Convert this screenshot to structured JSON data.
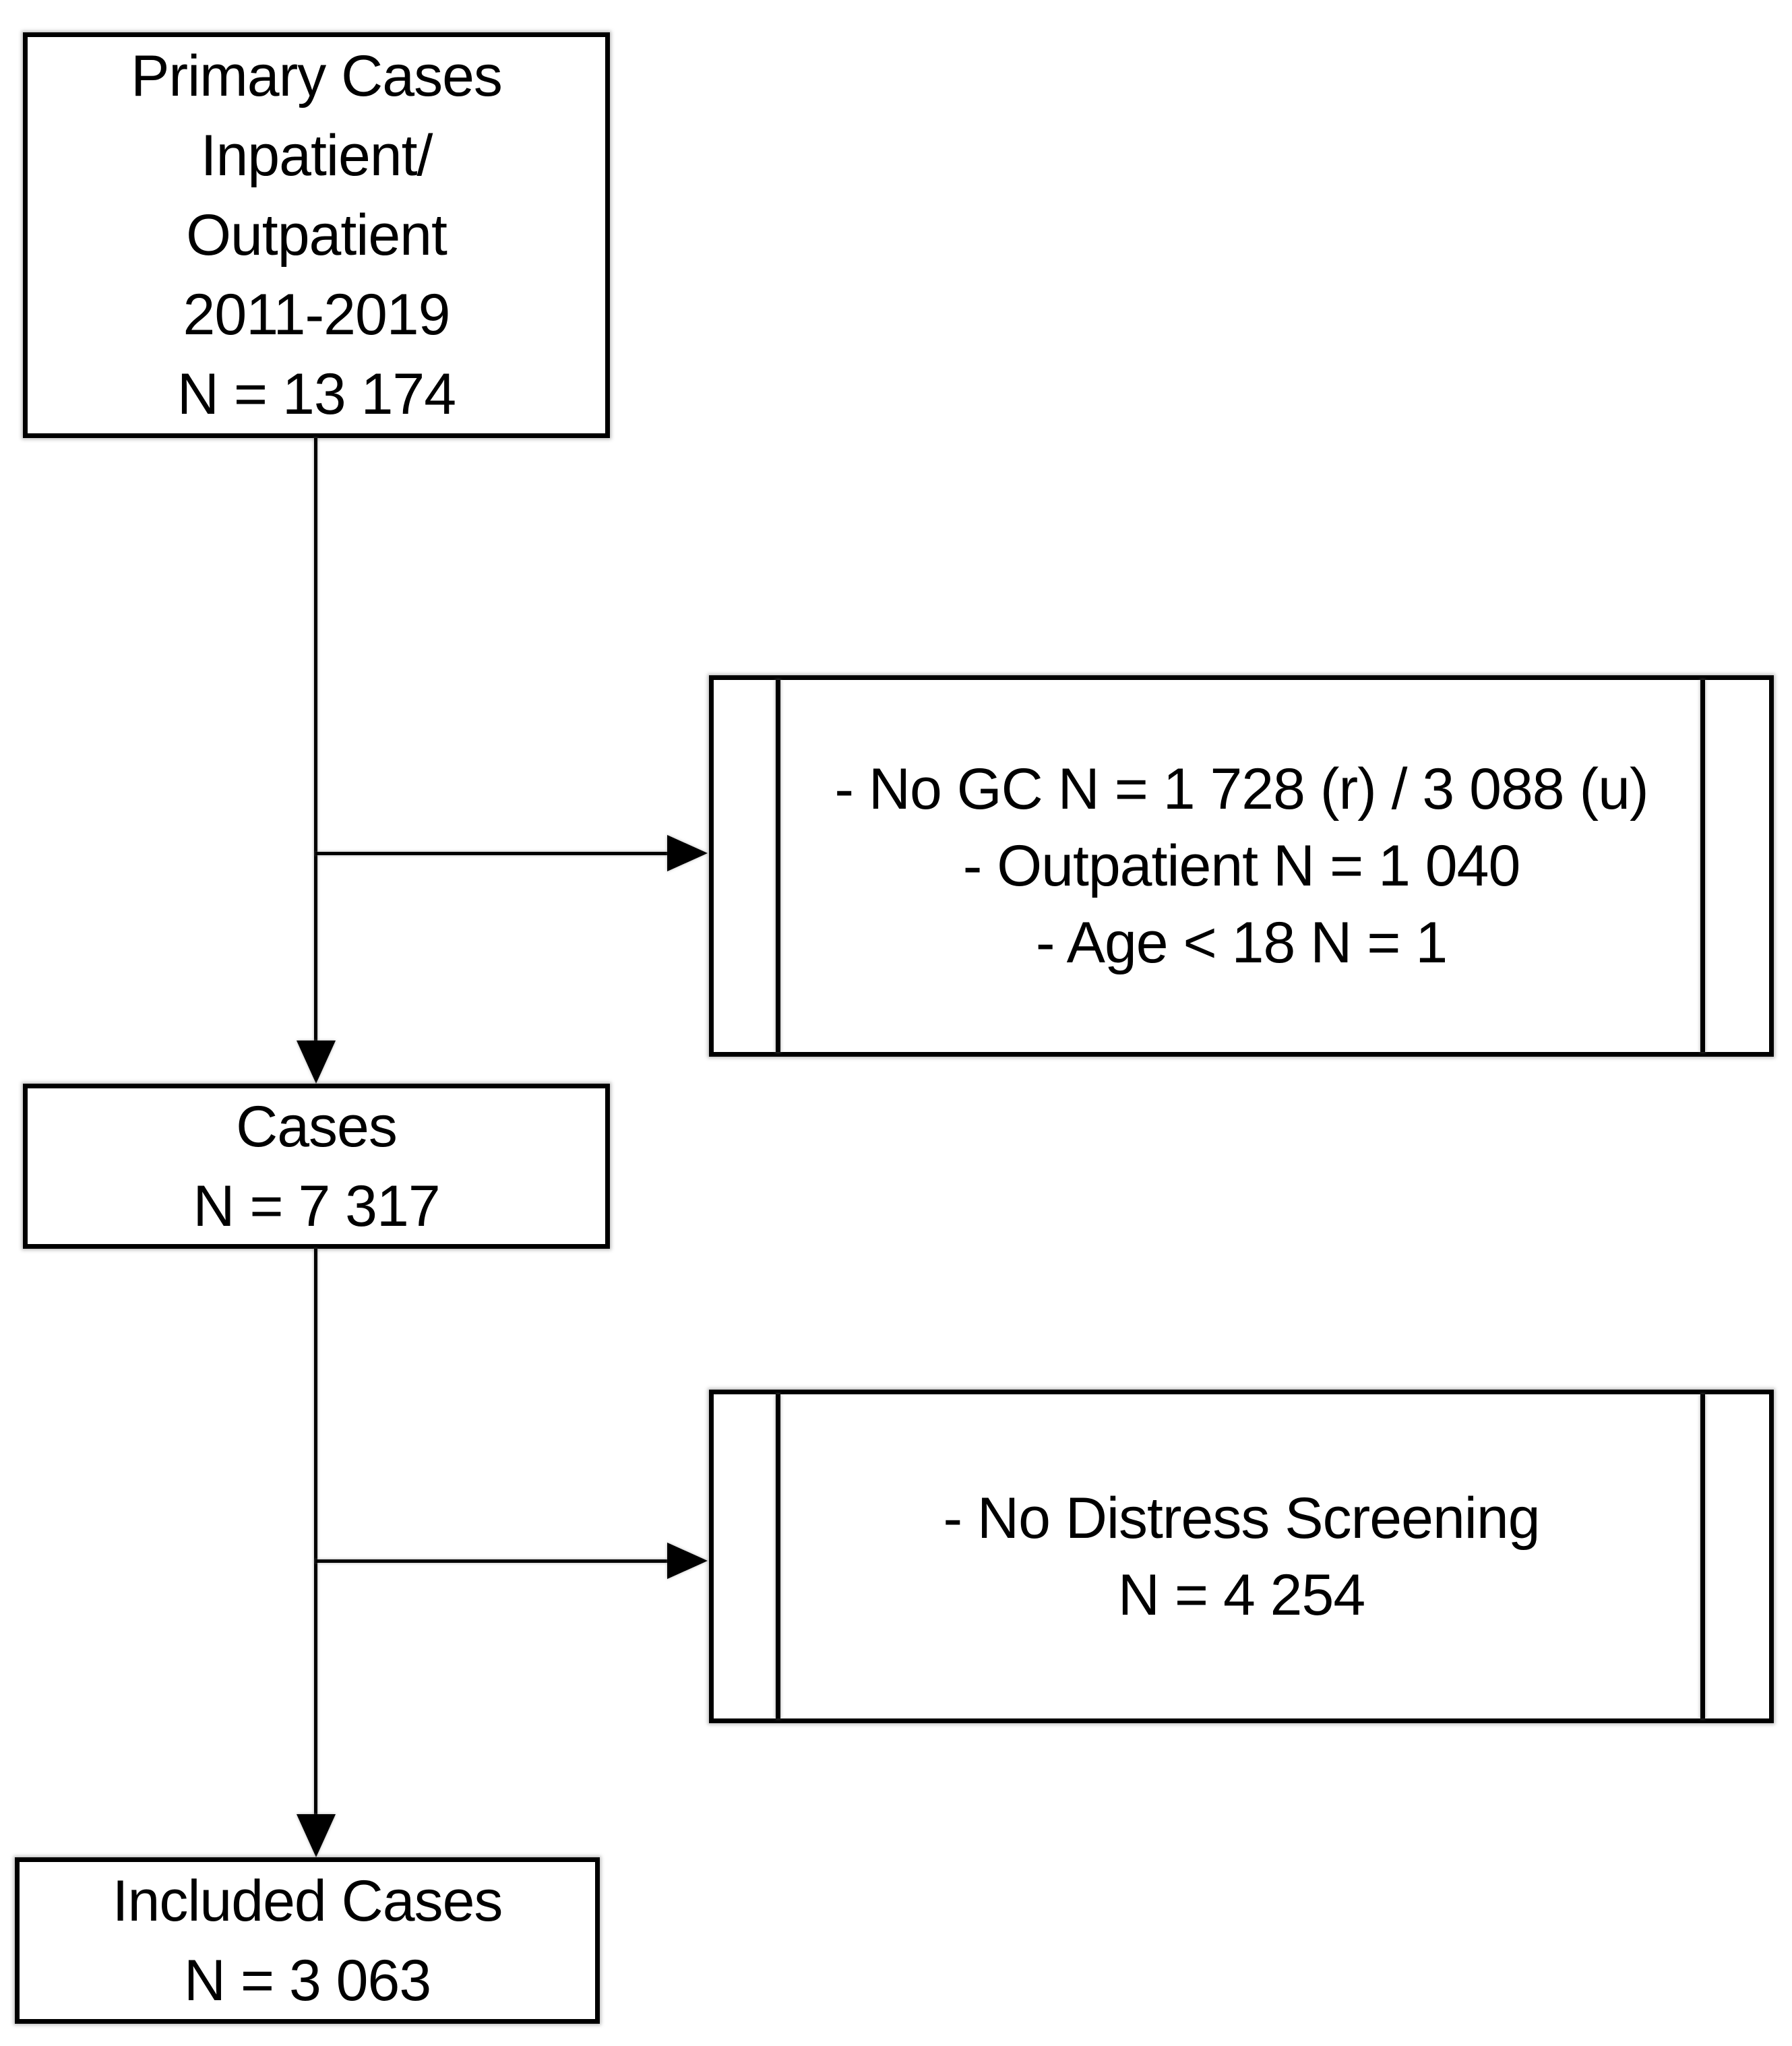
{
  "figure": {
    "type": "study-flow-diagram",
    "background_color": "#ffffff",
    "line_color": "#000000",
    "text_color": "#000000"
  },
  "boxes": {
    "primary": {
      "id": "primary-cases",
      "lines": [
        "Primary Cases",
        "Inpatient/",
        "Outpatient",
        "2011-2019",
        "N = 13 174"
      ]
    },
    "exclusion1": {
      "id": "exclusion-1",
      "lines": [
        "- No GC N = 1 728 (r) / 3 088 (u)",
        "- Outpatient N = 1 040",
        "- Age < 18 N = 1"
      ]
    },
    "cases": {
      "id": "cases",
      "lines": [
        "Cases",
        "N = 7 317"
      ]
    },
    "exclusion2": {
      "id": "exclusion-2",
      "lines": [
        "- No Distress Screening",
        "N = 4 254"
      ]
    },
    "included": {
      "id": "included-cases",
      "lines": [
        "Included Cases",
        "N = 3 063"
      ]
    }
  },
  "connectors": [
    {
      "from": "primary-cases",
      "to": "cases",
      "style": "arrow-down"
    },
    {
      "from": "primary-cases",
      "to": "exclusion-1",
      "style": "arrow-right-branch"
    },
    {
      "from": "cases",
      "to": "included-cases",
      "style": "arrow-down"
    },
    {
      "from": "cases",
      "to": "exclusion-2",
      "style": "arrow-right-branch"
    }
  ]
}
